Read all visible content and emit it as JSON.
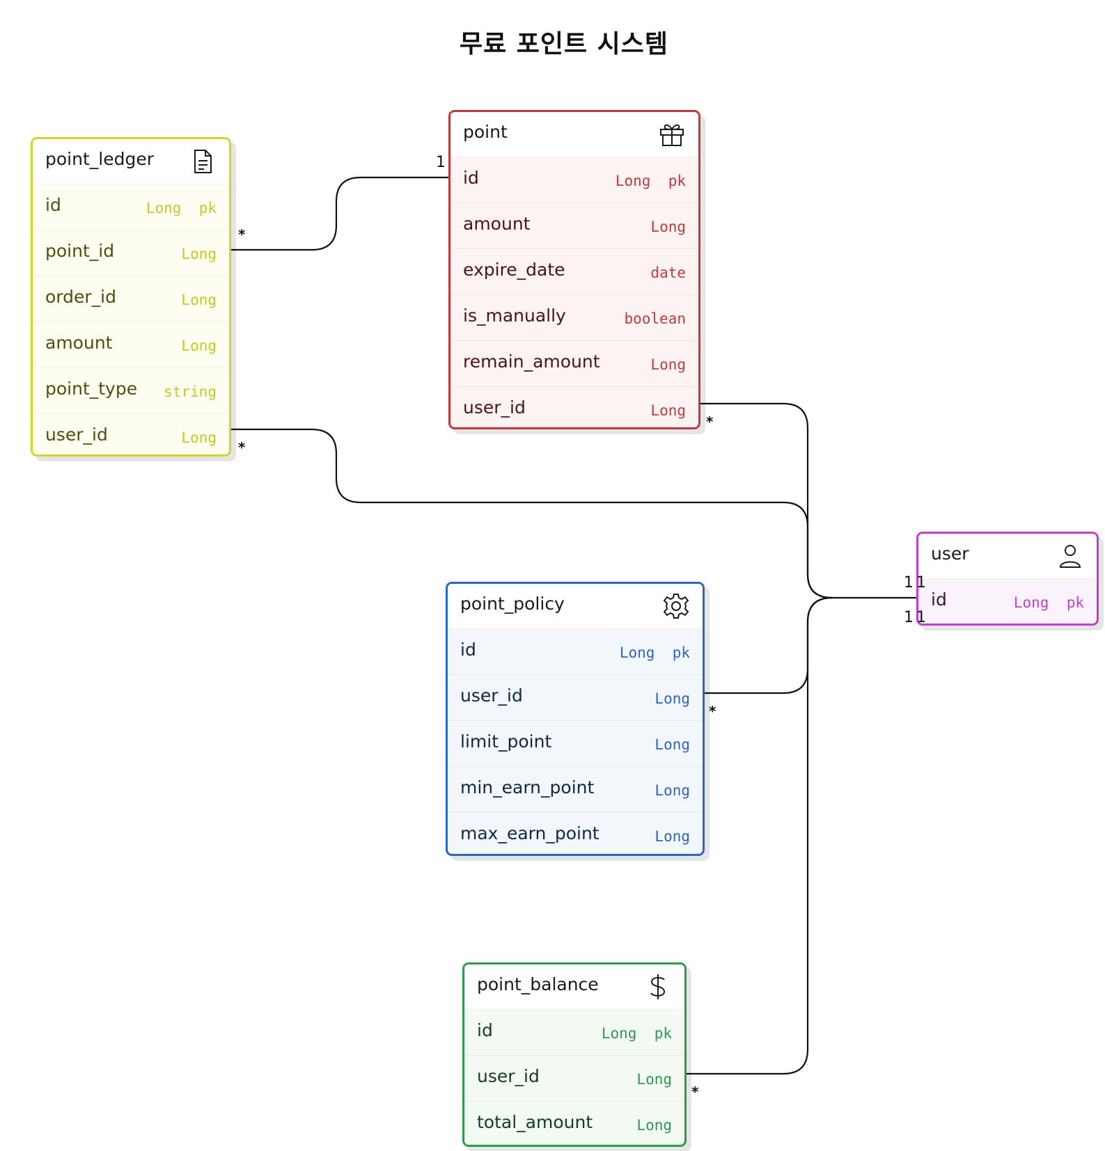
{
  "title": "무료 포인트 시스템",
  "entities": {
    "point_ledger": {
      "name": "point_ledger",
      "icon": "document-icon",
      "color": "#d4d424",
      "fields": [
        {
          "name": "id",
          "type": "Long  pk"
        },
        {
          "name": "point_id",
          "type": "Long"
        },
        {
          "name": "order_id",
          "type": "Long"
        },
        {
          "name": "amount",
          "type": "Long"
        },
        {
          "name": "point_type",
          "type": "string"
        },
        {
          "name": "user_id",
          "type": "Long"
        }
      ]
    },
    "point": {
      "name": "point",
      "icon": "gift-icon",
      "color": "#c0393b",
      "fields": [
        {
          "name": "id",
          "type": "Long  pk"
        },
        {
          "name": "amount",
          "type": "Long"
        },
        {
          "name": "expire_date",
          "type": "date"
        },
        {
          "name": "is_manually",
          "type": "boolean"
        },
        {
          "name": "remain_amount",
          "type": "Long"
        },
        {
          "name": "user_id",
          "type": "Long"
        }
      ]
    },
    "user": {
      "name": "user",
      "icon": "user-icon",
      "color": "#c23fce",
      "fields": [
        {
          "name": "id",
          "type": "Long  pk"
        }
      ]
    },
    "point_policy": {
      "name": "point_policy",
      "icon": "gear-icon",
      "color": "#2b66c0",
      "fields": [
        {
          "name": "id",
          "type": "Long  pk"
        },
        {
          "name": "user_id",
          "type": "Long"
        },
        {
          "name": "limit_point",
          "type": "Long"
        },
        {
          "name": "min_earn_point",
          "type": "Long"
        },
        {
          "name": "max_earn_point",
          "type": "Long"
        }
      ]
    },
    "point_balance": {
      "name": "point_balance",
      "icon": "dollar-icon",
      "color": "#2f9a4a",
      "fields": [
        {
          "name": "id",
          "type": "Long  pk"
        },
        {
          "name": "user_id",
          "type": "Long"
        },
        {
          "name": "total_amount",
          "type": "Long"
        }
      ]
    }
  },
  "multiplicities": {
    "one": "1",
    "many": "*"
  }
}
